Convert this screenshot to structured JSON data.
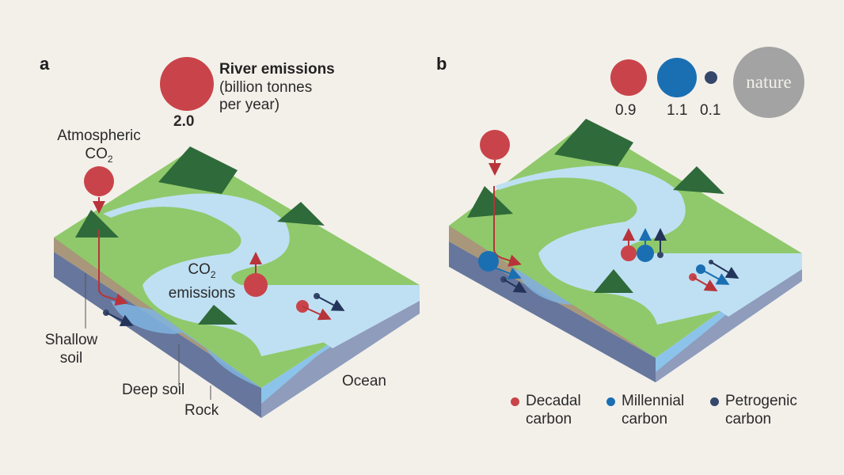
{
  "panels": {
    "a": {
      "label": "a",
      "legend_title": "River emissions",
      "legend_unit_line1": "(billion tonnes",
      "legend_unit_line2": "per year)",
      "legend_value": "2.0",
      "atmospheric_label_line1": "Atmospheric",
      "atmospheric_label_line2": "CO",
      "atmospheric_sub": "2",
      "emissions_label_line1": "CO",
      "emissions_sub": "2",
      "emissions_label_line2": "emissions",
      "shallow_soil_line1": "Shallow",
      "shallow_soil_line2": "soil",
      "deep_soil": "Deep soil",
      "rock": "Rock",
      "ocean": "Ocean"
    },
    "b": {
      "label": "b",
      "values": [
        {
          "value": "0.9",
          "type": "decadal"
        },
        {
          "value": "1.1",
          "type": "millennial"
        },
        {
          "value": "0.1",
          "type": "petrogenic"
        }
      ],
      "legend": [
        {
          "line1": "Decadal",
          "line2": "carbon",
          "type": "decadal"
        },
        {
          "line1": "Millennial",
          "line2": "carbon",
          "type": "millennial"
        },
        {
          "line1": "Petrogenic",
          "line2": "carbon",
          "type": "petrogenic"
        }
      ]
    }
  },
  "logo": "nature",
  "colors": {
    "decadal": "#c9444a",
    "millennial": "#1a6fb3",
    "petrogenic": "#35476a",
    "background": "#f3f0ea",
    "land": "#8fc96b",
    "water": "#bfe0f3",
    "soil": "#a8977a",
    "rock": "#64749a"
  }
}
